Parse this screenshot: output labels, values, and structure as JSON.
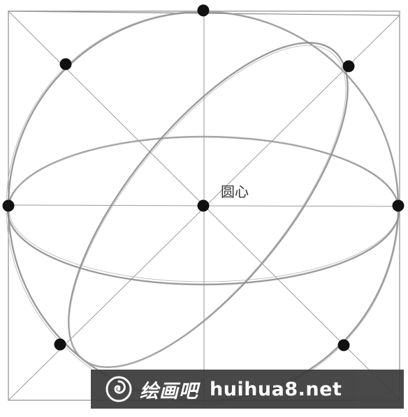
{
  "diagram": {
    "center_label": "圆心"
  },
  "watermark": {
    "logo_text": "绘画吧",
    "site": "huihua8.net"
  },
  "colors": {
    "lines": "#9a9a9a",
    "dots": "#111111",
    "banner": "#3b3b3b"
  }
}
